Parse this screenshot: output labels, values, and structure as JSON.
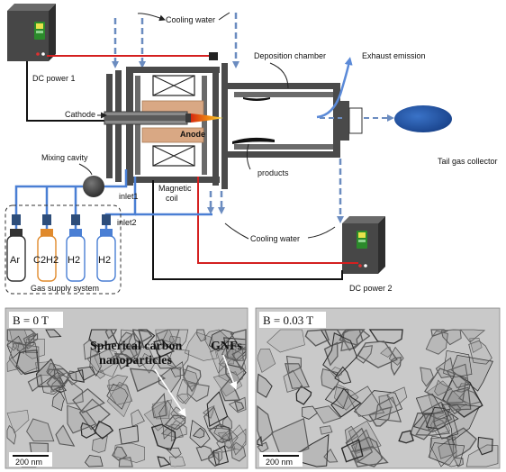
{
  "labels": {
    "cooling_water_top": "Cooling water",
    "cooling_water_bottom": "Cooling water",
    "dc_power_1": "DC power 1",
    "dc_power_2": "DC power 2",
    "deposition_chamber": "Deposition chamber",
    "exhaust_emission": "Exhaust emission",
    "tail_gas_collector": "Tail gas collector",
    "cathode": "Cathode",
    "anode": "Anode",
    "products": "products",
    "mixing_cavity": "Mixing cavity",
    "inlet1": "inlet1",
    "inlet2": "inlet2",
    "magnetic_coil_line1": "Magnetic",
    "magnetic_coil_line2": "coil",
    "gas_supply_system": "Gas supply system"
  },
  "gases": [
    "Ar",
    "C2H2",
    "H2",
    "H2"
  ],
  "tem_left": {
    "field_label": "B = 0 T",
    "annotation_1_line1": "Spherical carbon",
    "annotation_1_line2": "nanoparticles",
    "annotation_2": "GNFs",
    "scale_bar": "200 nm"
  },
  "tem_right": {
    "field_label": "B = 0.03 T",
    "scale_bar": "200 nm"
  },
  "colors": {
    "power_wire": "#d42020",
    "gas_line": "#4a7fd4",
    "cooling_arrow": "#6b8cc0",
    "anode_fill": "#d9a884",
    "collector_fill": "#1f4f9e",
    "ar_bottle": "#333333",
    "c2h2_bottle": "#e08a2c",
    "h2_bottle": "#4a7fd4",
    "tem_background": "#c7c7c7"
  }
}
